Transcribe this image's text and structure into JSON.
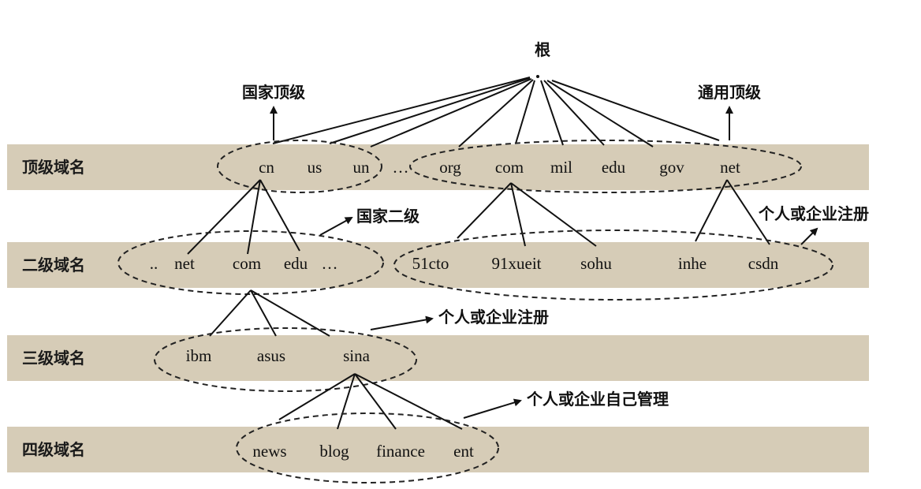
{
  "root": {
    "label": "根",
    "dot": "."
  },
  "levels": [
    {
      "id": "top",
      "label": "顶级域名"
    },
    {
      "id": "second",
      "label": "二级域名"
    },
    {
      "id": "third",
      "label": "三级域名"
    },
    {
      "id": "fourth",
      "label": "四级域名"
    }
  ],
  "nodes": {
    "top": {
      "country": [
        "cn",
        "us",
        "un"
      ],
      "separator": "…",
      "generic": [
        "org",
        "com",
        "mil",
        "edu",
        "gov",
        "net"
      ]
    },
    "second": {
      "cn_children": [
        "..",
        "net",
        "com",
        "edu",
        "…"
      ],
      "generic_children": [
        "51cto",
        "91xueit",
        "sohu",
        "inhe",
        "csdn"
      ]
    },
    "third": [
      "ibm",
      "asus",
      "sina"
    ],
    "fourth": [
      "news",
      "blog",
      "finance",
      "ent"
    ]
  },
  "annotations": {
    "country_top": "国家顶级",
    "generic_top": "通用顶级",
    "country_second": "国家二级",
    "personal_reg_1": "个人或企业注册",
    "personal_reg_2": "个人或企业注册",
    "self_managed": "个人或企业自己管理"
  }
}
